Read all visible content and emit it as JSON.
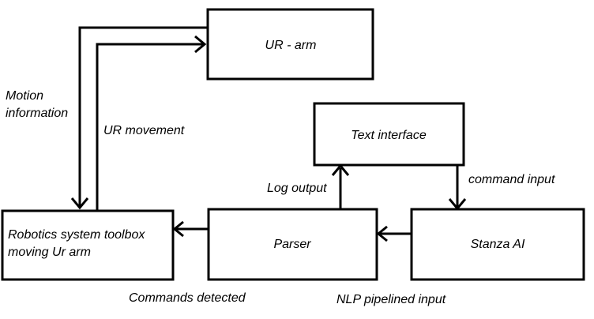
{
  "nodes": {
    "ur_arm": "UR - arm",
    "text_interface": "Text interface",
    "robotics_toolbox": [
      "Robotics system toolbox",
      "moving Ur arm"
    ],
    "parser": "Parser",
    "stanza_ai": "Stanza AI"
  },
  "edges": {
    "motion_information": [
      "Motion",
      "information"
    ],
    "ur_movement": "UR movement",
    "log_output": "Log output",
    "command_input": "command input",
    "commands_detected": "Commands detected",
    "nlp_pipelined_input": "NLP pipelined input"
  }
}
